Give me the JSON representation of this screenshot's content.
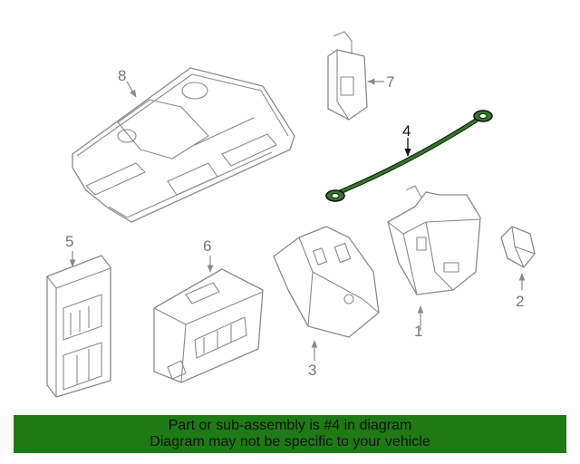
{
  "callouts": {
    "c1": "1",
    "c2": "2",
    "c3": "3",
    "c4": "4",
    "c5": "5",
    "c6": "6",
    "c7": "7",
    "c8": "8"
  },
  "highlight": {
    "part": "4",
    "color": "#2e7d1f"
  },
  "banner": {
    "line1": "Part or sub-assembly is #4 in diagram",
    "line2": "Diagram may not be specific to your vehicle",
    "background": "#1e7a14"
  }
}
